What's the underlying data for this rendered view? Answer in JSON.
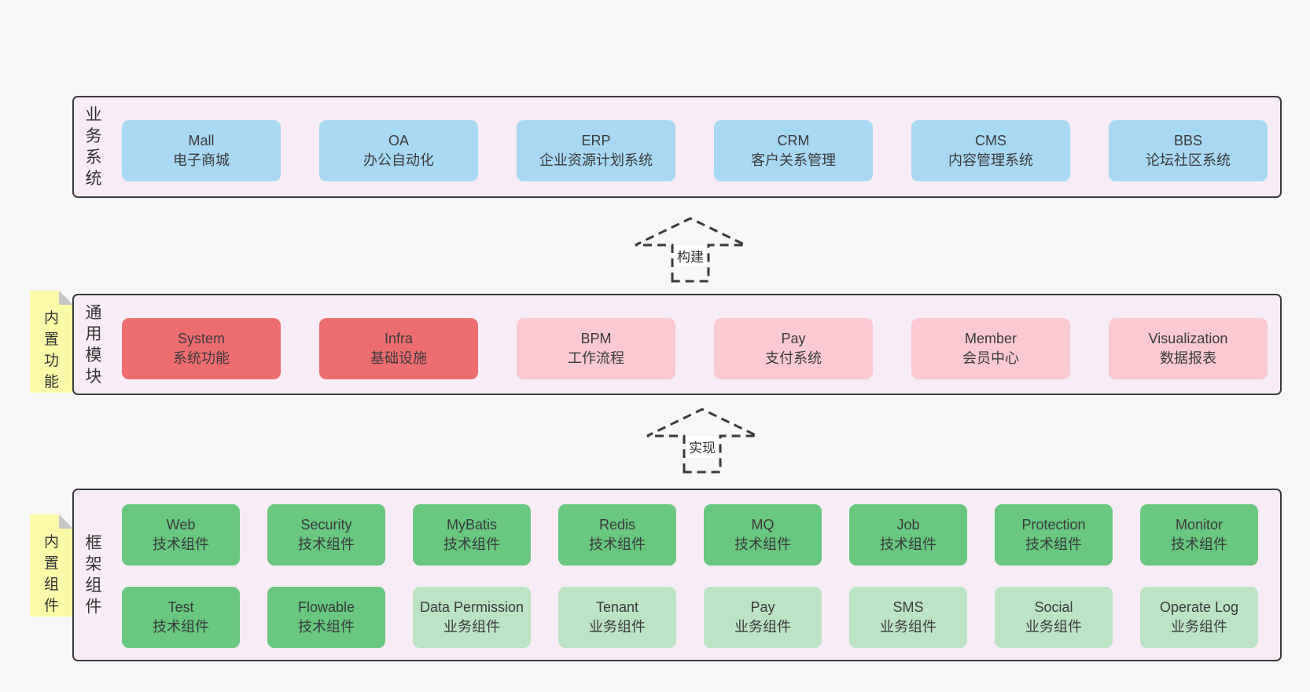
{
  "colors": {
    "page_bg": "#f7f7f7",
    "band_bg": "#f8edf6",
    "band_border": "#3a3a3a",
    "blue_box": "#a7d9f4",
    "red_box": "#ee6d6e",
    "pink_box": "#fac9d1",
    "green_box": "#69c77e",
    "light_green_box": "#bbe4c4",
    "sticky_yellow": "#fafaa8",
    "sticky_fold_gray": "#c6c6c6",
    "text": "#3a3a3c"
  },
  "band1": {
    "label": "业务系统",
    "boxes": [
      {
        "title": "Mall",
        "subtitle": "电子商城"
      },
      {
        "title": "OA",
        "subtitle": "办公自动化"
      },
      {
        "title": "ERP",
        "subtitle": "企业资源计划系统"
      },
      {
        "title": "CRM",
        "subtitle": "客户关系管理"
      },
      {
        "title": "CMS",
        "subtitle": "内容管理系统"
      },
      {
        "title": "BBS",
        "subtitle": "论坛社区系统"
      }
    ]
  },
  "arrow1": {
    "label": "构建"
  },
  "band2": {
    "label": "通用模块",
    "sticky": "内置功能",
    "boxes": [
      {
        "title": "System",
        "subtitle": "系统功能"
      },
      {
        "title": "Infra",
        "subtitle": "基础设施"
      },
      {
        "title": "BPM",
        "subtitle": "工作流程"
      },
      {
        "title": "Pay",
        "subtitle": "支付系统"
      },
      {
        "title": "Member",
        "subtitle": "会员中心"
      },
      {
        "title": "Visualization",
        "subtitle": "数据报表"
      }
    ]
  },
  "arrow2": {
    "label": "实现"
  },
  "band3": {
    "label": "框架组件",
    "sticky": "内置组件",
    "row1": [
      {
        "title": "Web",
        "subtitle": "技术组件"
      },
      {
        "title": "Security",
        "subtitle": "技术组件"
      },
      {
        "title": "MyBatis",
        "subtitle": "技术组件"
      },
      {
        "title": "Redis",
        "subtitle": "技术组件"
      },
      {
        "title": "MQ",
        "subtitle": "技术组件"
      },
      {
        "title": "Job",
        "subtitle": "技术组件"
      },
      {
        "title": "Protection",
        "subtitle": "技术组件"
      },
      {
        "title": "Monitor",
        "subtitle": "技术组件"
      }
    ],
    "row2": [
      {
        "title": "Test",
        "subtitle": "技术组件"
      },
      {
        "title": "Flowable",
        "subtitle": "技术组件"
      },
      {
        "title": "Data Permission",
        "subtitle": "业务组件"
      },
      {
        "title": "Tenant",
        "subtitle": "业务组件"
      },
      {
        "title": "Pay",
        "subtitle": "业务组件"
      },
      {
        "title": "SMS",
        "subtitle": "业务组件"
      },
      {
        "title": "Social",
        "subtitle": "业务组件"
      },
      {
        "title": "Operate Log",
        "subtitle": "业务组件"
      }
    ]
  }
}
